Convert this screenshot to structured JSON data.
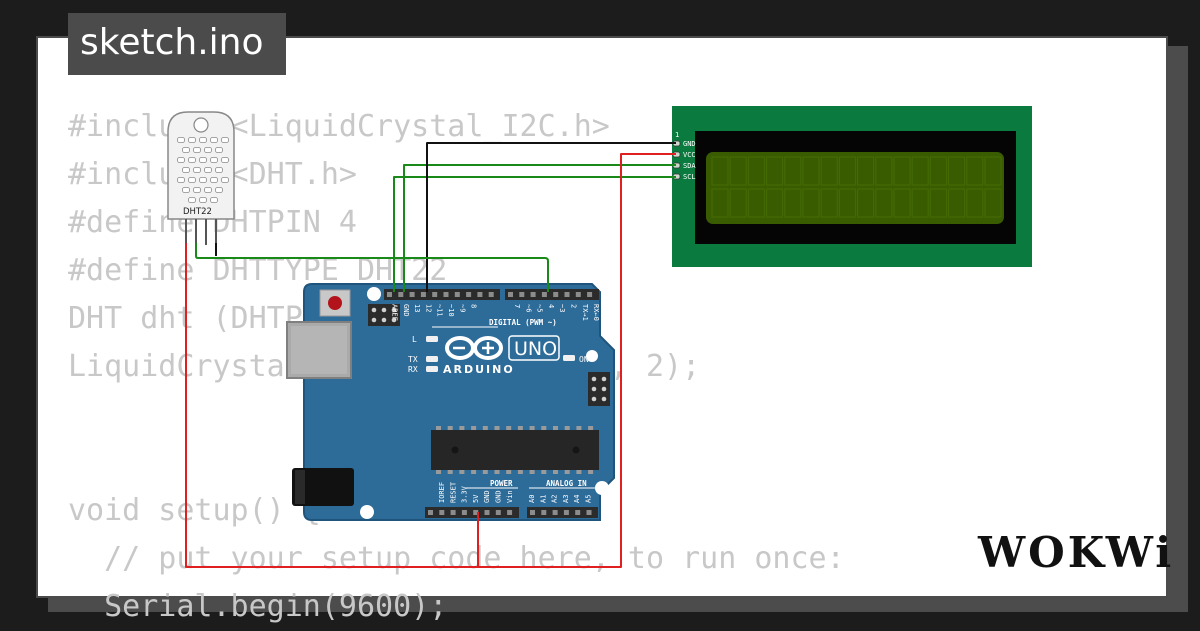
{
  "title": "sketch.ino",
  "code_lines": [
    "#include <LiquidCrystal_I2C.h>",
    "#include <DHT.h>",
    "#define DHTPIN 4",
    "#define DHTTYPE DHT22",
    "DHT dht (DHTPIN, DHTTYPE);",
    "LiquidCrystal_I2C lcd(0x27, 16, 2);",
    "",
    "",
    "void setup() {",
    "  // put your setup code here, to run once:",
    "  Serial.begin(9600);"
  ],
  "sensor": {
    "label": "DHT22"
  },
  "lcd": {
    "pin_1": "1",
    "pins": [
      "GND",
      "VCC",
      "SDA",
      "SCL"
    ]
  },
  "arduino": {
    "logo_text": "ARDUINO",
    "model": "UNO",
    "on_label": "ON",
    "l_label": "L",
    "tx_label": "TX",
    "rx_label": "RX",
    "digital_label": "DIGITAL (PWM ~)",
    "power_label": "POWER",
    "analog_label": "ANALOG IN",
    "top_pins": [
      "AREF",
      "GND",
      "13",
      "12",
      "~11",
      "~10",
      "~9",
      "8",
      "7",
      "~6",
      "~5",
      "4",
      "~3",
      "2",
      "TX→1",
      "RX←0"
    ],
    "bottom_pins": [
      "IOREF",
      "RESET",
      "3.3V",
      "5V",
      "GND",
      "GND",
      "Vin",
      "A0",
      "A1",
      "A2",
      "A3",
      "A4",
      "A5"
    ]
  },
  "brand": "WOKWi",
  "colors": {
    "board": "#2d6b99",
    "lcd_pcb": "#0b7a3e",
    "lcd_screen": "#3a5c00",
    "wire_red": "#e02020",
    "wire_green": "#198a19",
    "wire_black": "#111111",
    "tab_bg": "#4b4b4b",
    "code_text": "#c8c8c8"
  }
}
